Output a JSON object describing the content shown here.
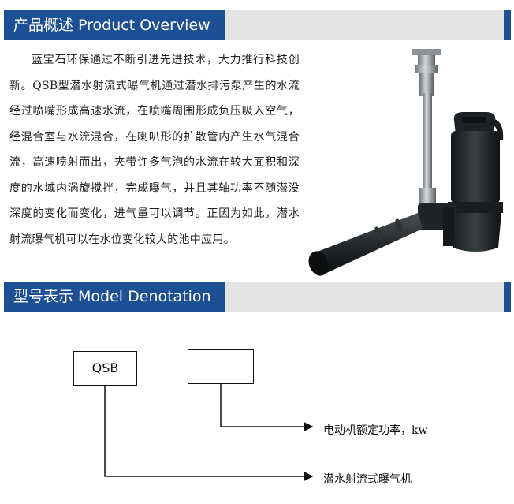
{
  "overview": {
    "title": "产品概述  Product Overview",
    "paragraph": "蓝宝石环保通过不断引进先进技术，大力推行科技创新。QSB型潜水射流式曝气机通过潜水排污泵产生的水流经过喷嘴形成高速水流，在喷嘴周围形成负压吸入空气，经混合室与水流混合，在喇叭形的扩散管内产生水气混合流，高速喷射而出，夹带许多气泡的水流在较大面积和深度的水域内涡旋搅拌，完成曝气，并且其轴功率不随潜没深度的变化而变化，进气量可以调节。正因为如此，潜水射流曝气机可以在水位变化较大的池中应用。"
  },
  "denotation": {
    "title": "型号表示  Model Denotation",
    "box_qsb": "QSB",
    "box_power": "",
    "label_power": "电动机额定功率，kw",
    "label_type": "潜水射流式曝气机"
  },
  "colors": {
    "header_blue": "#1c4f93",
    "header_gray": "#e3e3e3"
  }
}
